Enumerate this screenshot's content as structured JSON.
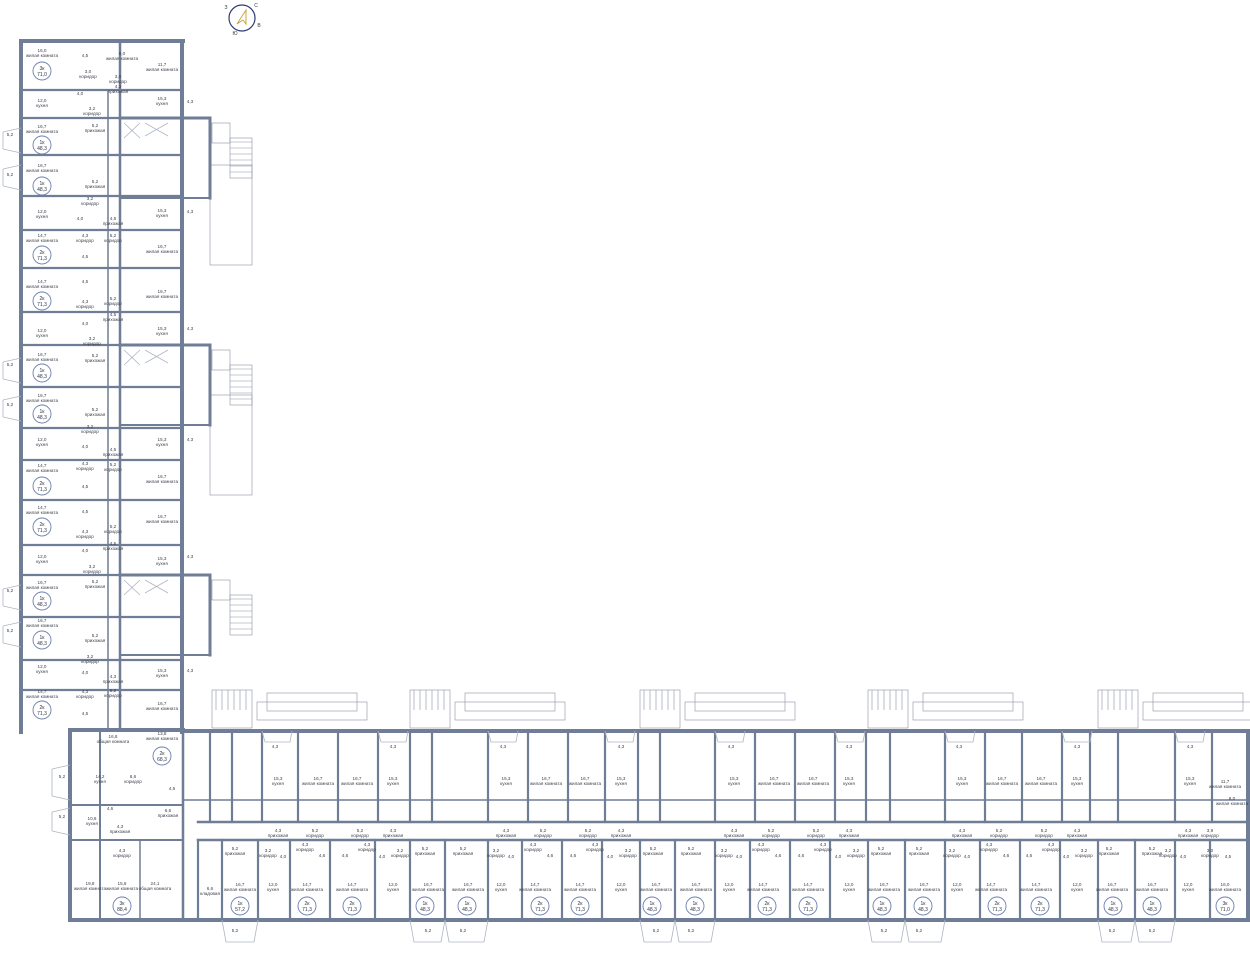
{
  "colors": {
    "wall": "#6f7d96",
    "badge": "#6a7fb0",
    "text": "#3a3f4a",
    "compass": "#c8a640",
    "compass_ring": "#2f3b73"
  },
  "compass": {
    "north": "С",
    "south": "Ю",
    "west": "З",
    "east": "В"
  },
  "left_wing": {
    "rooms": [
      [
        "16,0",
        "жилая комната"
      ],
      [
        "4,5",
        ""
      ],
      [
        "8,0",
        "жилая комната"
      ],
      [
        "11,7",
        "жилая комната"
      ],
      [
        "3,0",
        "коридор"
      ],
      [
        "3,0",
        "коридор"
      ],
      [
        "4,3",
        "прихожая"
      ],
      [
        "4,0",
        ""
      ],
      [
        "12,0",
        "кухня"
      ],
      [
        "15,3",
        "кухня"
      ],
      [
        "4,3",
        ""
      ],
      [
        "3,2",
        "коридор"
      ],
      [
        "5,2",
        "прихожая"
      ],
      [
        "16,7",
        "жилая комната"
      ],
      [
        "5,2",
        ""
      ],
      [
        "16,7",
        "жилая комната"
      ],
      [
        "5,2",
        ""
      ],
      [
        "5,2",
        "прихожая"
      ],
      [
        "3,2",
        "коридор"
      ],
      [
        "12,0",
        "кухня"
      ],
      [
        "4,0",
        ""
      ],
      [
        "15,3",
        "кухня"
      ],
      [
        "4,3",
        ""
      ],
      [
        "4,5",
        "прихожая"
      ],
      [
        "4,3",
        "коридор"
      ],
      [
        "5,2",
        "коридор"
      ],
      [
        "14,7",
        "жилая комната"
      ],
      [
        "4,5",
        ""
      ],
      [
        "16,7",
        "жилая комната"
      ],
      [
        "14,7",
        "жилая комната"
      ],
      [
        "4,5",
        ""
      ],
      [
        "16,7",
        "жилая комната"
      ],
      [
        "4,3",
        "коридор"
      ],
      [
        "5,2",
        "коридор"
      ],
      [
        "4,5",
        "прихожая"
      ],
      [
        "12,0",
        "кухня"
      ],
      [
        "4,0",
        ""
      ],
      [
        "15,3",
        "кухня"
      ],
      [
        "4,3",
        ""
      ],
      [
        "3,2",
        "коридор"
      ],
      [
        "5,2",
        "прихожая"
      ],
      [
        "16,7",
        "жилая комната"
      ],
      [
        "5,2",
        ""
      ],
      [
        "16,7",
        "жилая комната"
      ],
      [
        "5,2",
        ""
      ],
      [
        "5,2",
        "прихожая"
      ],
      [
        "3,2",
        "коридор"
      ],
      [
        "12,0",
        "кухня"
      ],
      [
        "4,0",
        ""
      ],
      [
        "15,3",
        "кухня"
      ],
      [
        "4,3",
        ""
      ],
      [
        "4,5",
        "прихожая"
      ],
      [
        "4,3",
        "коридор"
      ],
      [
        "5,2",
        "коридор"
      ],
      [
        "14,7",
        "жилая комната"
      ],
      [
        "4,5",
        ""
      ],
      [
        "16,7",
        "жилая комната"
      ],
      [
        "14,7",
        "жилая комната"
      ],
      [
        "4,5",
        ""
      ],
      [
        "16,7",
        "жилая комната"
      ],
      [
        "4,3",
        "коридор"
      ],
      [
        "5,2",
        "коридор"
      ],
      [
        "4,5",
        "прихожая"
      ],
      [
        "12,0",
        "кухня"
      ],
      [
        "4,0",
        ""
      ],
      [
        "15,3",
        "кухня"
      ],
      [
        "4,3",
        ""
      ],
      [
        "3,2",
        "коридор"
      ],
      [
        "5,2",
        "прихожая"
      ],
      [
        "16,7",
        "жилая комната"
      ],
      [
        "5,2",
        ""
      ],
      [
        "16,7",
        "жилая комната"
      ],
      [
        "5,2",
        ""
      ],
      [
        "5,2",
        "прихожая"
      ],
      [
        "3,2",
        "коридор"
      ],
      [
        "12,0",
        "кухня"
      ],
      [
        "4,0",
        ""
      ],
      [
        "15,3",
        "кухня"
      ],
      [
        "4,3",
        ""
      ],
      [
        "4,3",
        "прихожая"
      ],
      [
        "4,3",
        "коридор"
      ],
      [
        "5,2",
        "коридор"
      ],
      [
        "14,7",
        "жилая комната"
      ],
      [
        "4,5",
        ""
      ],
      [
        "16,7",
        "жилая комната"
      ]
    ]
  },
  "corner": {
    "rooms": [
      [
        "16,8",
        "общая комната"
      ],
      [
        "13,8",
        "жилая комната"
      ],
      [
        "5,2",
        ""
      ],
      [
        "14,2",
        "кухня"
      ],
      [
        "6,6",
        "коридор"
      ],
      [
        "4,5",
        ""
      ],
      [
        "5,2",
        ""
      ],
      [
        "10,6",
        "кухня"
      ],
      [
        "4,6",
        ""
      ],
      [
        "6,6",
        "прихожая"
      ],
      [
        "4,3",
        "прихожая"
      ],
      [
        "4,3",
        "коридор"
      ],
      [
        "19,8",
        "жилая комната"
      ],
      [
        "15,6",
        "жилая комната"
      ],
      [
        "24,1",
        "общая комната"
      ],
      [
        "6,6",
        "кладовая"
      ]
    ]
  },
  "bottom_wing": {
    "module_rooms": [
      [
        "4,3",
        ""
      ],
      [
        "15,3",
        "кухня"
      ],
      [
        "16,7",
        "жилая комната"
      ],
      [
        "16,7",
        "жилая комната"
      ],
      [
        "15,3",
        "кухня"
      ],
      [
        "4,3",
        ""
      ],
      [
        "4,3",
        "прихожая"
      ],
      [
        "5,2",
        "коридор"
      ],
      [
        "5,2",
        "коридор"
      ],
      [
        "4,3",
        "прихожая"
      ],
      [
        "3,2",
        "коридор"
      ],
      [
        "4,0",
        ""
      ],
      [
        "4,3",
        "коридор"
      ],
      [
        "4,6",
        ""
      ],
      [
        "4,6",
        ""
      ],
      [
        "4,3",
        "коридор"
      ],
      [
        "4,0",
        ""
      ],
      [
        "3,2",
        "коридор"
      ],
      [
        "12,0",
        "кухня"
      ],
      [
        "14,7",
        "жилая комната"
      ],
      [
        "14,7",
        "жилая комната"
      ],
      [
        "12,0",
        "кухня"
      ],
      [
        "5,2",
        "прихожая"
      ],
      [
        "16,7",
        "жилая комната"
      ],
      [
        "5,2",
        ""
      ],
      [
        "5,2",
        "прихожая"
      ],
      [
        "16,7",
        "жилая комната"
      ],
      [
        "5,2",
        ""
      ]
    ],
    "end_rooms": [
      [
        "5,2",
        "прихожая"
      ],
      [
        "16,7",
        "жилая комната"
      ],
      [
        "5,2",
        ""
      ],
      [
        "3,2",
        "коридор"
      ],
      [
        "4,0",
        ""
      ],
      [
        "12,0",
        "кухня"
      ],
      [
        "3,0",
        "коридор"
      ],
      [
        "4,5",
        ""
      ],
      [
        "16,0",
        "жилая комната"
      ],
      [
        "3,9",
        "коридор"
      ],
      [
        "8,0",
        "жилая комната"
      ],
      [
        "11,7",
        "жилая комната"
      ],
      [
        "4,3",
        ""
      ],
      [
        "15,3",
        "кухня"
      ],
      [
        "4,3",
        "прихожая"
      ]
    ]
  },
  "apartments": [
    {
      "type": "3к",
      "area": "71,0"
    },
    {
      "type": "1к",
      "area": "48,3"
    },
    {
      "type": "1к",
      "area": "48,3"
    },
    {
      "type": "2к",
      "area": "71,3"
    },
    {
      "type": "2к",
      "area": "71,3"
    },
    {
      "type": "1к",
      "area": "48,3"
    },
    {
      "type": "1к",
      "area": "48,3"
    },
    {
      "type": "2к",
      "area": "71,3"
    },
    {
      "type": "2к",
      "area": "71,3"
    },
    {
      "type": "1к",
      "area": "48,3"
    },
    {
      "type": "1к",
      "area": "48,3"
    },
    {
      "type": "2к",
      "area": "71,3"
    },
    {
      "type": "2к",
      "area": "68,3"
    },
    {
      "type": "3к",
      "area": "88,4"
    },
    {
      "type": "1к",
      "area": "57,2"
    },
    {
      "type": "2к",
      "area": "71,3"
    },
    {
      "type": "2к",
      "area": "71,3"
    },
    {
      "type": "1к",
      "area": "48,3"
    },
    {
      "type": "1к",
      "area": "48,3"
    },
    {
      "type": "2к",
      "area": "71,3"
    },
    {
      "type": "2к",
      "area": "71,3"
    },
    {
      "type": "1к",
      "area": "48,3"
    },
    {
      "type": "1к",
      "area": "48,3"
    },
    {
      "type": "2к",
      "area": "71,3"
    },
    {
      "type": "2к",
      "area": "71,3"
    },
    {
      "type": "1к",
      "area": "48,3"
    },
    {
      "type": "1к",
      "area": "48,3"
    },
    {
      "type": "2к",
      "area": "71,3"
    },
    {
      "type": "2к",
      "area": "71,3"
    },
    {
      "type": "1к",
      "area": "48,3"
    },
    {
      "type": "1к",
      "area": "48,3"
    },
    {
      "type": "3к",
      "area": "71,0"
    }
  ]
}
